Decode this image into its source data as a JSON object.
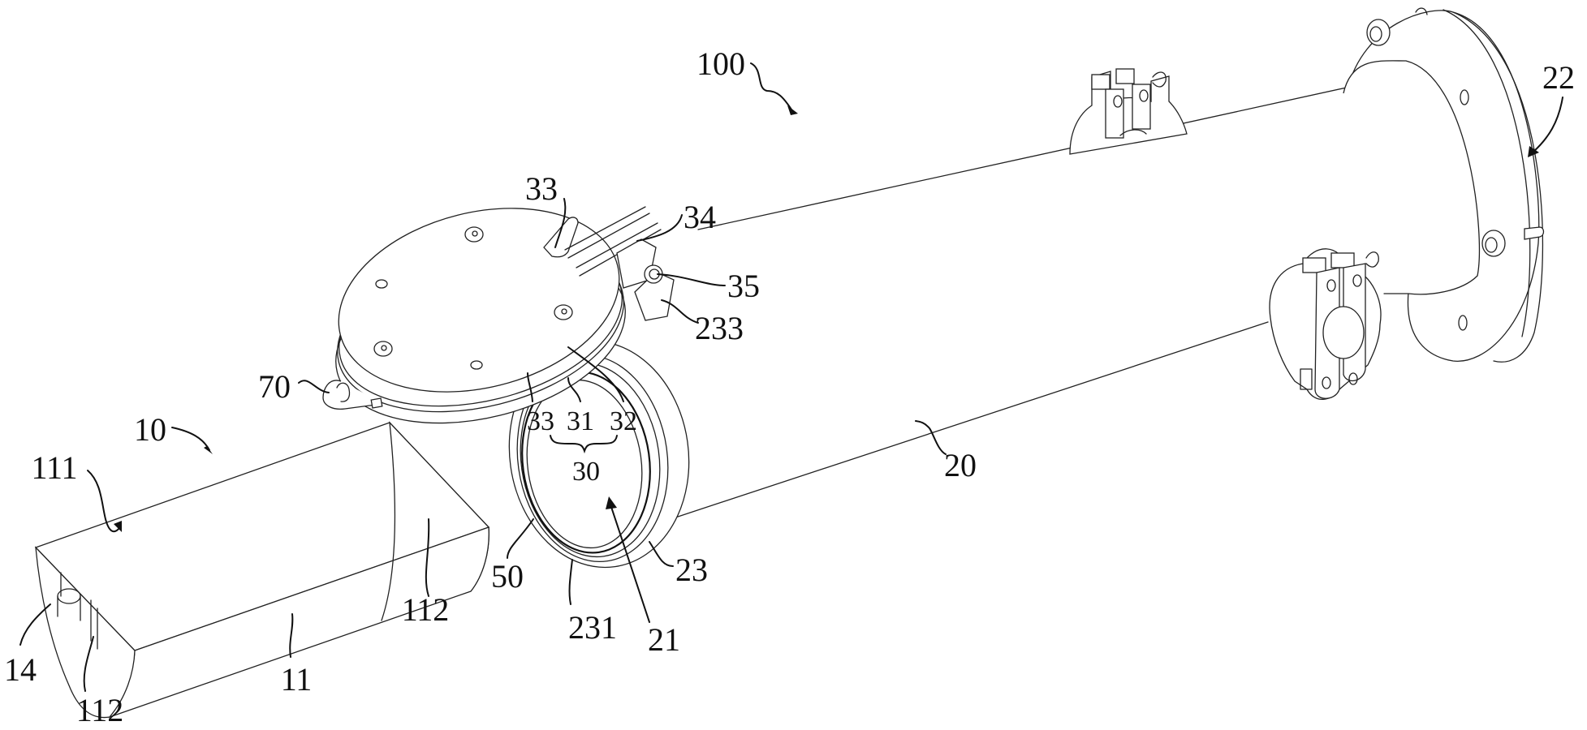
{
  "figure": {
    "type": "patent-line-drawing",
    "ink_color": "#111111",
    "background": "#ffffff"
  },
  "labels": {
    "assembly": "100",
    "flange_end": "22",
    "latch_top": "33",
    "handle": "34",
    "hinge_pin": "35",
    "hinge_seat": "233",
    "lug": "70",
    "seal_a": "33",
    "lid_body": "31",
    "lid_ring": "32",
    "lid_group": "30",
    "trough": "10",
    "trough_opening": "111",
    "tube": "20",
    "trough_end_right": "112",
    "gasket": "50",
    "port_ring": "23",
    "ring_groove": "231",
    "port_opening": "21",
    "clip": "14",
    "trough_end_left": "112",
    "trough_body": "11"
  }
}
